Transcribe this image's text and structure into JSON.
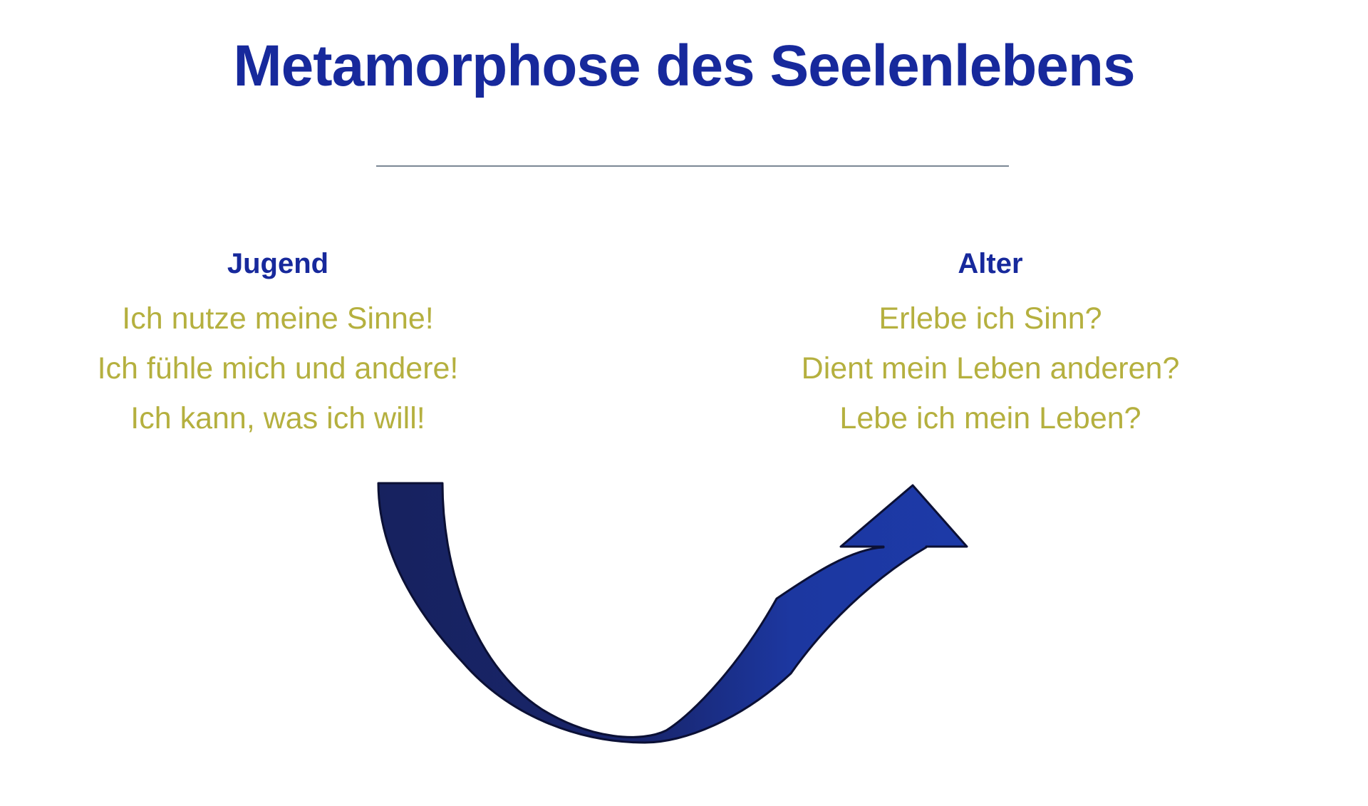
{
  "slide": {
    "title": "Metamorphose des Seelenlebens",
    "background_color": "#ffffff",
    "divider": {
      "name": "title-divider",
      "color": "#7b8794"
    }
  },
  "colors": {
    "heading_blue": "#17299c",
    "body_olive": "#b5b03f",
    "arrow_dark_navy": "#17225f",
    "arrow_blue": "#1c37a0",
    "arrow_outline": "#0b1035",
    "divider_grey": "#7b8794"
  },
  "columns": {
    "left": {
      "heading": "Jugend",
      "lines": [
        "Ich nutze meine Sinne!",
        "Ich fühle mich und andere!",
        "Ich kann, was ich will!"
      ]
    },
    "right": {
      "heading": "Alter",
      "lines": [
        "Erlebe ich Sinn?",
        "Dient mein Leben anderen?",
        "Lebe ich mein Leben?"
      ]
    }
  },
  "arrow": {
    "name": "curved-up-arrow",
    "direction": "left-down-right-up",
    "head_points_to": "Alter"
  }
}
